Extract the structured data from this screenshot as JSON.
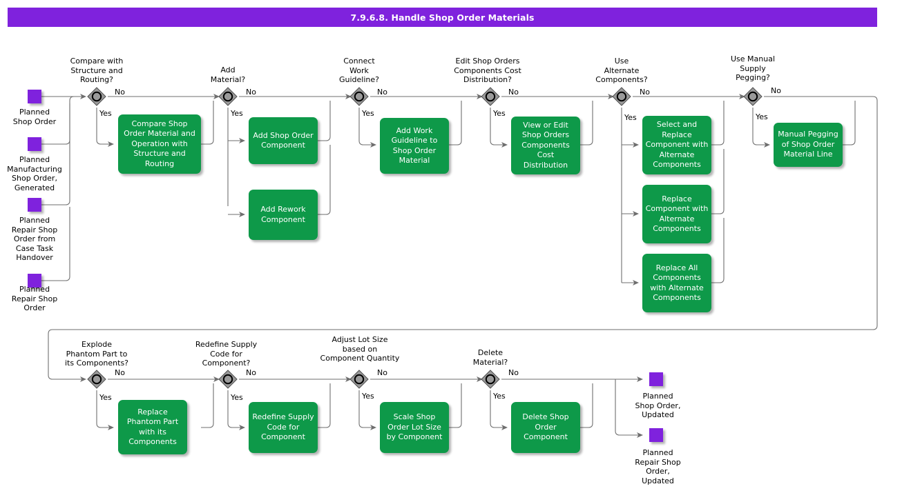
{
  "header": {
    "title": "7.9.6.8. Handle Shop Order Materials",
    "bar_color": "#7F22DD",
    "text_color": "#FFFFFF"
  },
  "theme": {
    "task_color": "#0E9949",
    "state_color": "#7F22DD",
    "gateway_fill": "#9A9A9A",
    "line_color": "#666666"
  },
  "edge_labels": {
    "yes": "Yes",
    "no": "No"
  },
  "start_states": [
    {
      "label": "Planned\nShop Order"
    },
    {
      "label": "Planned\nManufacturing\nShop Order,\nGenerated"
    },
    {
      "label": "Planned\nRepair Shop\nOrder from\nCase Task\nHandover"
    },
    {
      "label": "Planned\nRepair Shop\nOrder"
    }
  ],
  "end_states": [
    {
      "label": "Planned\nShop Order,\nUpdated"
    },
    {
      "label": "Planned\nRepair Shop\nOrder,\nUpdated"
    }
  ],
  "gateways": [
    {
      "id": "compare",
      "label": "Compare with\nStructure and\nRouting?"
    },
    {
      "id": "add-material",
      "label": "Add\nMaterial?"
    },
    {
      "id": "connect-wg",
      "label": "Connect\nWork\nGuideline?"
    },
    {
      "id": "edit-cost",
      "label": "Edit Shop Orders\nComponents Cost\nDistribution?"
    },
    {
      "id": "use-alt",
      "label": "Use\nAlternate\nComponents?"
    },
    {
      "id": "manual-peg",
      "label": "Use Manual\nSupply\nPegging?"
    },
    {
      "id": "explode",
      "label": "Explode\nPhantom Part to\nits Components?"
    },
    {
      "id": "redefine",
      "label": "Redefine Supply\nCode for\nComponent?"
    },
    {
      "id": "adjust-lot",
      "label": "Adjust Lot Size\nbased on\nComponent Quantity"
    },
    {
      "id": "delete",
      "label": "Delete\nMaterial?"
    }
  ],
  "tasks": [
    {
      "id": "compare-shop-order-material",
      "label": "Compare Shop Order Material and Operation with Structure and Routing"
    },
    {
      "id": "add-shop-order-component",
      "label": "Add Shop Order Component"
    },
    {
      "id": "add-rework-component",
      "label": "Add Rework Component"
    },
    {
      "id": "add-work-guideline",
      "label": "Add Work Guideline to Shop Order Material"
    },
    {
      "id": "view-edit-cost-distribution",
      "label": "View or Edit Shop Orders Components Cost Distribution"
    },
    {
      "id": "select-replace-component",
      "label": "Select and Replace Component with Alternate Components"
    },
    {
      "id": "replace-component",
      "label": "Replace Component with Alternate Components"
    },
    {
      "id": "replace-all-components",
      "label": "Replace All Components with Alternate Components"
    },
    {
      "id": "manual-pegging",
      "label": "Manual Pegging of Shop Order Material Line"
    },
    {
      "id": "replace-phantom-part",
      "label": "Replace Phantom Part with its Components"
    },
    {
      "id": "redefine-supply-code",
      "label": "Redefine Supply Code for Component"
    },
    {
      "id": "scale-shop-order-lot-size",
      "label": "Scale Shop Order Lot Size by Component"
    },
    {
      "id": "delete-shop-order-component",
      "label": "Delete Shop Order Component"
    }
  ]
}
